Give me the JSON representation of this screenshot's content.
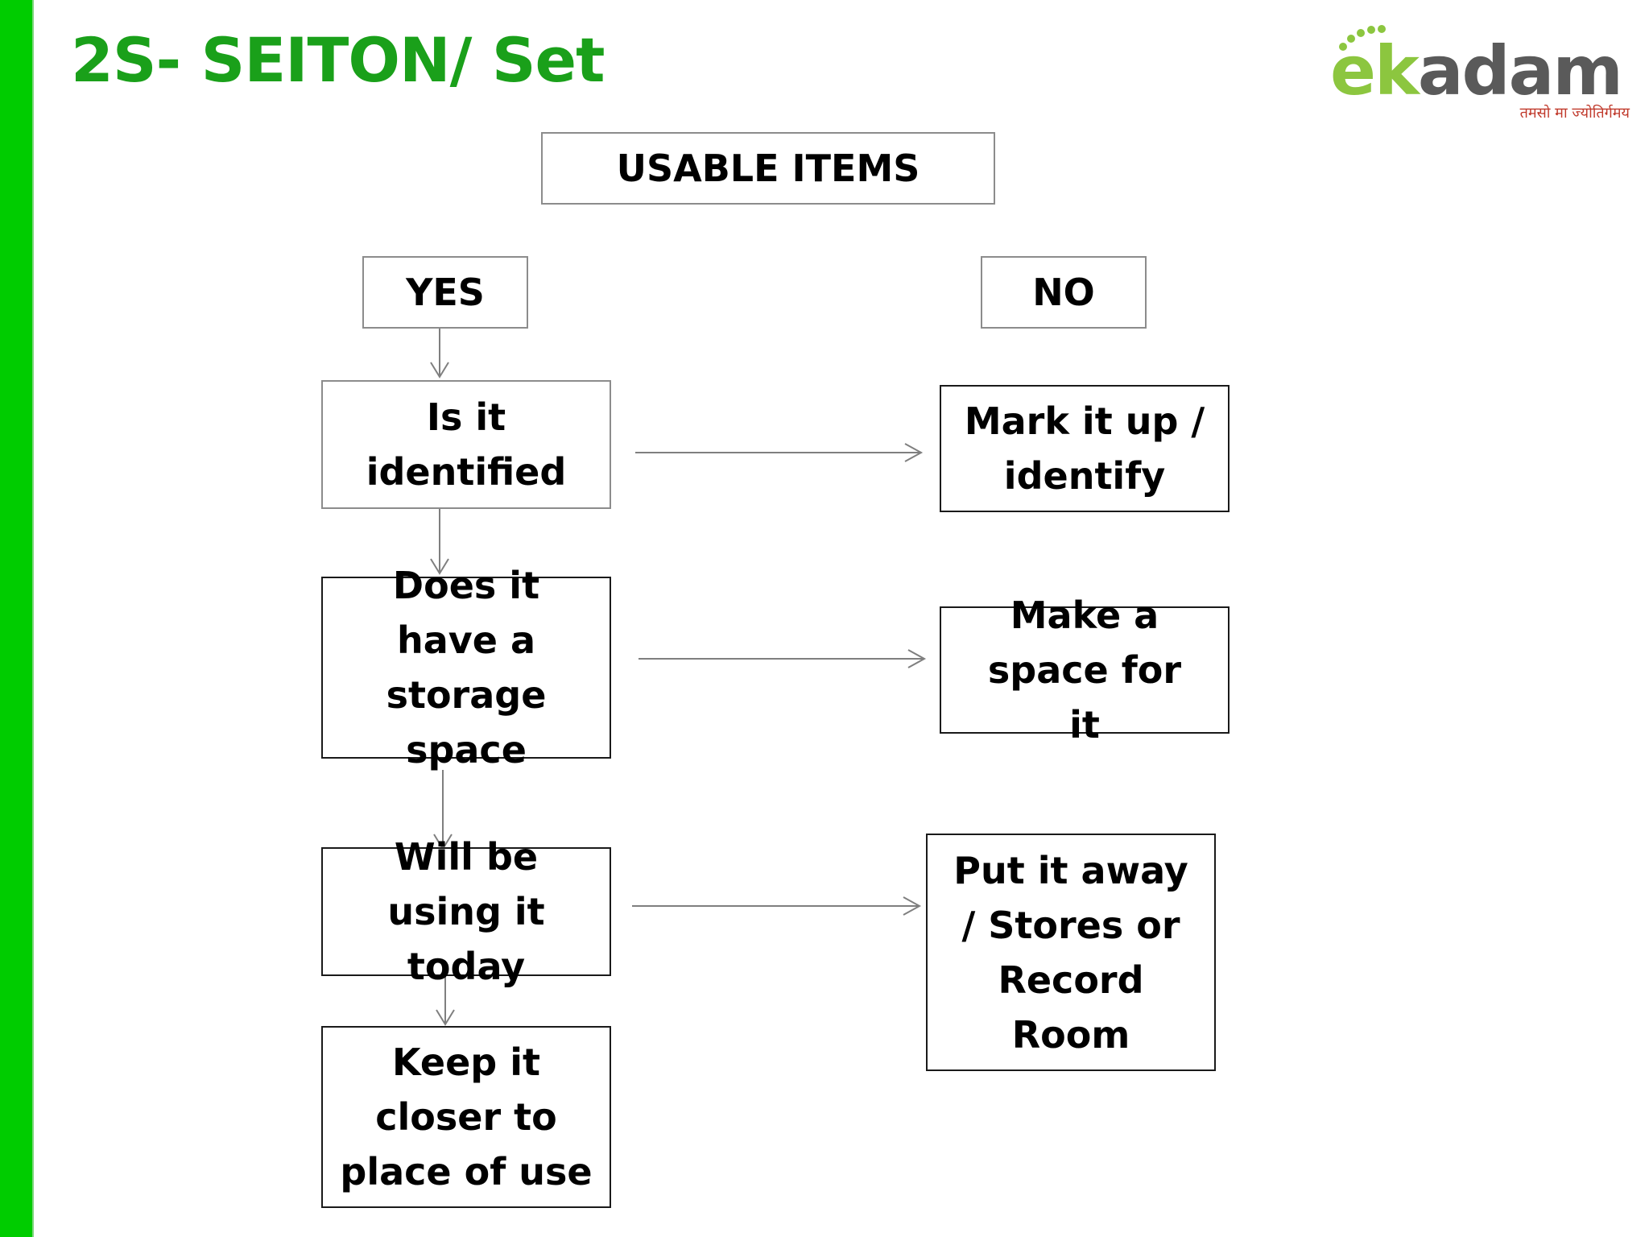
{
  "slide": {
    "title": "2S- SEITON/ Set"
  },
  "logo": {
    "prefix": "ek",
    "suffix": "adam",
    "tagline": "तमसो मा ज्योतिर्गमय"
  },
  "flowchart": {
    "root": "USABLE ITEMS",
    "yes_label": "YES",
    "no_label": "NO",
    "yes_steps": [
      "Is it identified",
      "Does it have a storage space",
      "Will be using it today",
      "Keep it closer to place of use"
    ],
    "no_actions": [
      "Mark it up / identify",
      "Make a space for it",
      "Put it away / Stores or Record Room"
    ]
  },
  "colors": {
    "accent_green": "#00cc00",
    "title_green": "#1aa01a",
    "logo_green": "#8cc63f",
    "logo_grey": "#5a5a5a",
    "logo_red": "#c0392b"
  }
}
